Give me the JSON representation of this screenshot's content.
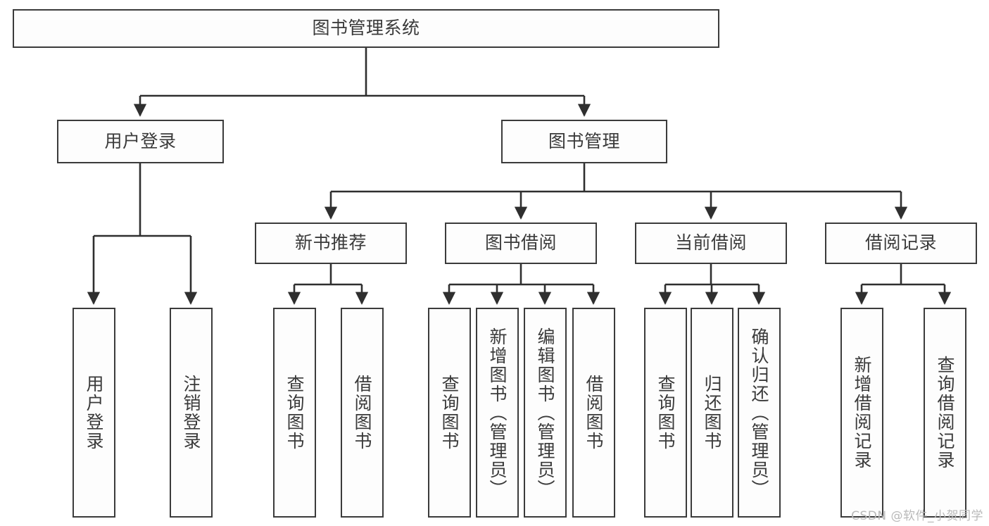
{
  "diagram": {
    "title": "图书管理系统",
    "type": "tree-hierarchy-diagram",
    "colors": {
      "box_border": "#3b3b3b",
      "box_fill": "#fdfdfd",
      "text": "#3a3a3a",
      "edge": "#2f2f2f",
      "watermark": "#b9b9b9",
      "background": "#ffffff"
    },
    "root": {
      "label": "图书管理系统"
    },
    "level2": [
      {
        "label": "用户登录"
      },
      {
        "label": "图书管理"
      }
    ],
    "level3": [
      {
        "label": "新书推荐"
      },
      {
        "label": "图书借阅"
      },
      {
        "label": "当前借阅"
      },
      {
        "label": "借阅记录"
      }
    ],
    "leaves": {
      "user_login": [
        {
          "label": "用户登录"
        },
        {
          "label": "注销登录"
        }
      ],
      "new_book_recommend": [
        {
          "label": "查询图书"
        },
        {
          "label": "借阅图书"
        }
      ],
      "book_borrow": [
        {
          "label": "查询图书"
        },
        {
          "label": "新增图书（管理员）"
        },
        {
          "label": "编辑图书（管理员）"
        },
        {
          "label": "借阅图书"
        }
      ],
      "current_borrow": [
        {
          "label": "查询图书"
        },
        {
          "label": "归还图书"
        },
        {
          "label": "确认归还（管理员）"
        }
      ],
      "borrow_record": [
        {
          "label": "新增借阅记录"
        },
        {
          "label": "查询借阅记录"
        }
      ]
    }
  },
  "watermark": {
    "text": "CSDN @软件_小贺同学"
  }
}
